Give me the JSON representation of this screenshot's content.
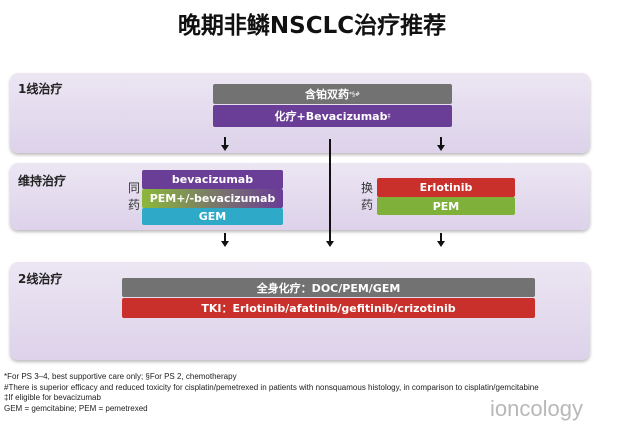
{
  "title": "晚期非鳞NSCLC治疗推荐",
  "first_line": {
    "label": "1线治疗",
    "platinum": "含铂双药",
    "platinum_sup": "*§#",
    "chemo_bev": "化疗+Bevacizumab",
    "chemo_bev_sup": "‡"
  },
  "maintenance": {
    "label": "维持治疗",
    "continuation_label": [
      "同",
      "药"
    ],
    "continuation": [
      "bevacizumab",
      "PEM+/-bevacizumab",
      "GEM"
    ],
    "switch_label": [
      "换",
      "药"
    ],
    "switch": [
      "Erlotinib",
      "PEM"
    ]
  },
  "second_line": {
    "label": "2线治疗",
    "chemo": "全身化疗：DOC/PEM/GEM",
    "tki": "TKI：Erlotinib/afatinib/gefitinib/crizotinib"
  },
  "footnotes": [
    "*For PS 3–4, best supportive care only; §For PS 2, chemotherapy",
    "#There is superior efficacy and reduced toxicity for cisplatin/pemetrexed in patients with nonsquamous histology, in comparison to cisplatin/gemcitabine",
    "‡If eligible for bevacizumab",
    "GEM = gemcitabine; PEM = pemetrexed"
  ],
  "watermark": "ioncology",
  "colors": {
    "gray": "#6f6f6f",
    "purple": "#6a3d96",
    "green": "#7fb03a",
    "teal": "#2eaac8",
    "red": "#c9302c"
  }
}
